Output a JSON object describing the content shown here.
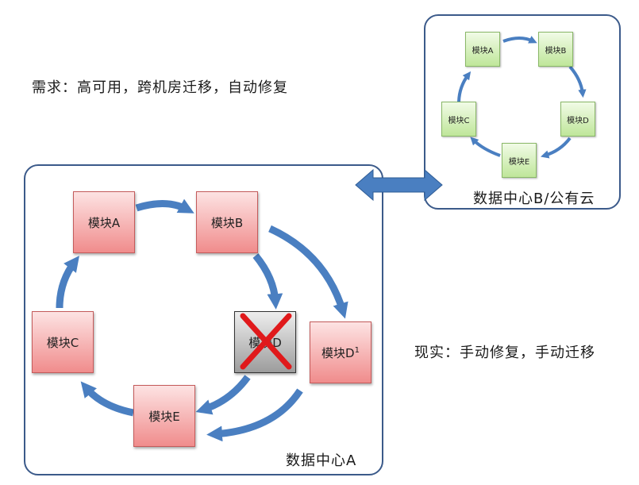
{
  "requirement": "需求：高可用，跨机房迁移，自动修复",
  "reality": "现实：手动修复，手动迁移",
  "datacenter_a": {
    "label": "数据中心A",
    "modules": {
      "a": "模块A",
      "b": "模块B",
      "c": "模块C",
      "d": "模块D",
      "d1": "模块D",
      "d1_sup": "1",
      "e": "模块E"
    }
  },
  "datacenter_b": {
    "label": "数据中心B/公有云",
    "modules": {
      "a": "模块A",
      "b": "模块B",
      "c": "模块C",
      "d": "模块D",
      "e": "模块E"
    }
  },
  "colors": {
    "arrow": "#4a7fc1",
    "panel_border": "#3b5a8a",
    "module_red": "#f08c8c",
    "module_green": "#bfe69a",
    "failure_cross": "#e0191b"
  }
}
